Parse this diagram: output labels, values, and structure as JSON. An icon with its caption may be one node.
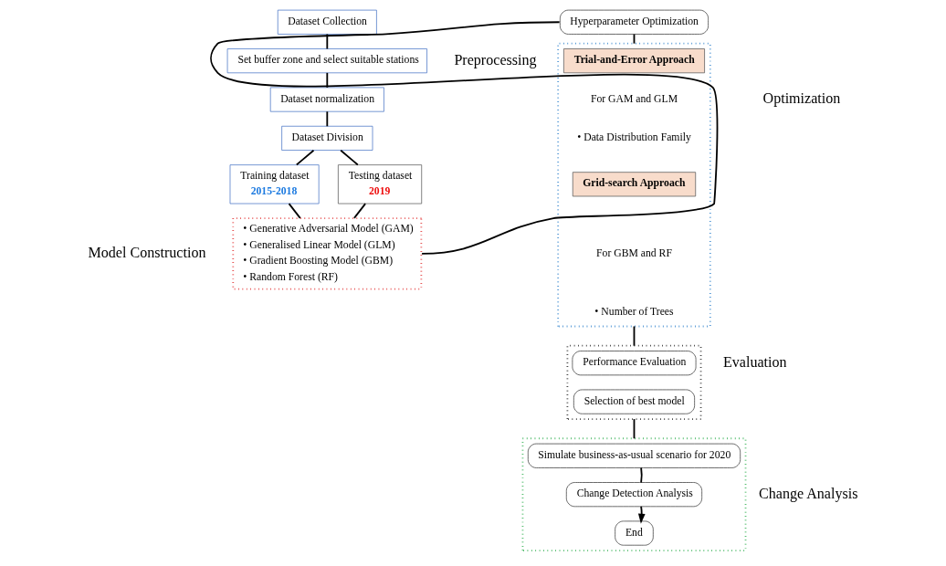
{
  "diagram": {
    "nodes": [
      {
        "text": [
          "Dataset Collection"
        ]
      },
      {
        "text": [
          "Set buffer zone and select suitable stations"
        ]
      },
      {
        "text": [
          "Dataset normalization"
        ]
      },
      {
        "text": [
          "Dataset Division"
        ]
      },
      {
        "text": [
          "Training dataset",
          "2015-2018"
        ]
      },
      {
        "text": [
          "Testing dataset",
          "2019"
        ]
      },
      {
        "text": [
          "• Generative Adversarial Model (GAM)",
          "• Generalised Linear Model (GLM)",
          "• Gradient Boosting Model (GBM)",
          "• Random Forest (RF)"
        ],
        "beside": [
          "Model Construction"
        ]
      },
      {
        "text": [
          "Hyperparameter Optimization"
        ]
      },
      {
        "text": [
          "For GAM and GLM",
          "• Data Distribution Family",
          "For GBM and RF",
          "• Number of Trees"
        ],
        "beside": [
          "Optimization"
        ]
      },
      {
        "text": [
          "Trial-and-Error Approach"
        ],
        "in": 8
      },
      {
        "text": [
          "Grid-search Approach"
        ],
        "in": 8
      },
      {
        "text": [],
        "shape": "box",
        "beside": [
          "Evaluation"
        ]
      },
      {
        "text": [
          "Performance Evaluation"
        ],
        "in": 11
      },
      {
        "text": [
          "Selection of best model"
        ],
        "in": 11
      },
      {
        "text": [],
        "shape": "box",
        "beside": [
          "Change Analysis"
        ]
      },
      {
        "text": [
          "Simulate business-as-usual scenario for 2020"
        ],
        "in": 14
      },
      {
        "text": [
          "Change Detection Analysis"
        ],
        "in": 14
      },
      {
        "text": [
          "End"
        ],
        "in": 14
      }
    ],
    "edges": [
      {
        "from": 0,
        "to": 1,
        "arrow": "none"
      },
      {
        "from": 1,
        "to": 2,
        "arrow": "none"
      },
      {
        "from": 2,
        "to": 3,
        "arrow": "none"
      },
      {
        "from": 3,
        "to": 4,
        "arrow": "none"
      },
      {
        "from": 3,
        "to": 5,
        "arrow": "none"
      },
      {
        "from": 4,
        "to": 6,
        "arrow": "none"
      },
      {
        "from": 5,
        "to": 6,
        "arrow": "none"
      },
      {
        "from": 6,
        "to": 7,
        "arrow": "none"
      },
      {
        "from": 7,
        "to": 8,
        "arrow": "none"
      },
      {
        "from": 8,
        "to": 11,
        "arrow": "none"
      },
      {
        "from": 11,
        "to": 14,
        "arrow": "none"
      },
      {
        "from": 15,
        "to": 16,
        "arrow": "none"
      },
      {
        "from": 16,
        "to": 17,
        "arrow": "to"
      }
    ],
    "labels": [
      "Preprocessing"
    ]
  }
}
